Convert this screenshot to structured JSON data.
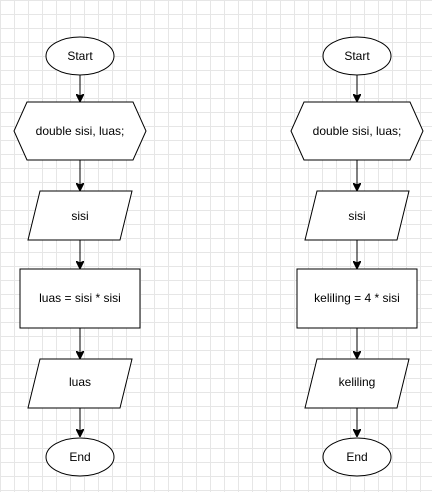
{
  "flowcharts": [
    {
      "nodes": [
        {
          "kind": "terminator",
          "label": "Start"
        },
        {
          "kind": "preparation",
          "label": "double sisi, luas;"
        },
        {
          "kind": "io",
          "label": "sisi"
        },
        {
          "kind": "process",
          "label": "luas = sisi * sisi"
        },
        {
          "kind": "io",
          "label": "luas"
        },
        {
          "kind": "terminator",
          "label": "End"
        }
      ]
    },
    {
      "nodes": [
        {
          "kind": "terminator",
          "label": "Start"
        },
        {
          "kind": "preparation",
          "label": "double sisi, luas;"
        },
        {
          "kind": "io",
          "label": "sisi"
        },
        {
          "kind": "process",
          "label": "keliling = 4 * sisi"
        },
        {
          "kind": "io",
          "label": "keliling"
        },
        {
          "kind": "terminator",
          "label": "End"
        }
      ]
    }
  ],
  "colors": {
    "grid": "#e6e6e6",
    "stroke": "#000000",
    "fill": "#ffffff"
  }
}
